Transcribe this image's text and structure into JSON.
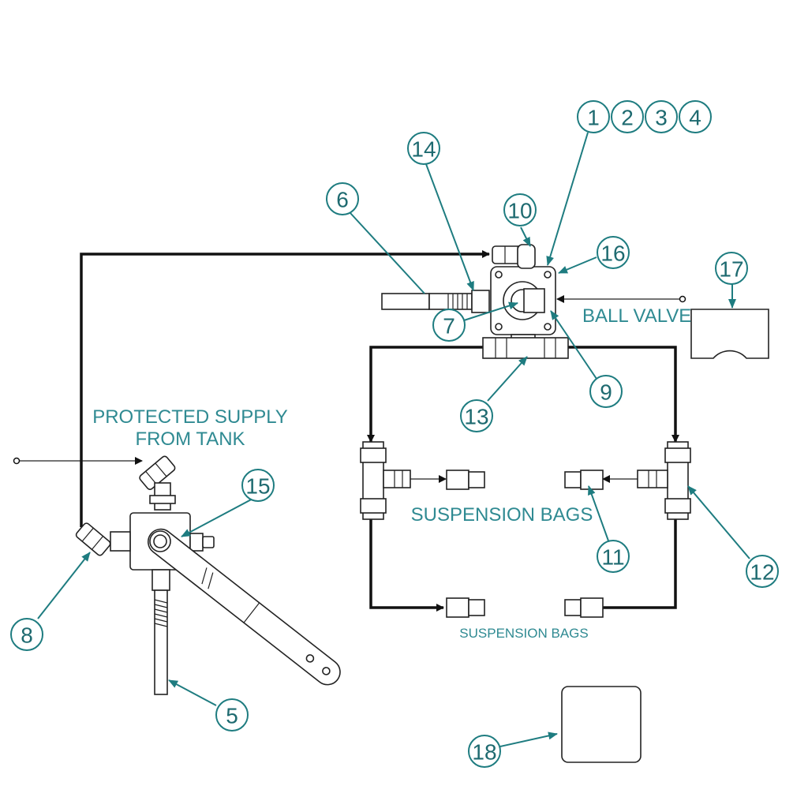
{
  "notes": {
    "protected_supply_line1": "PROTECTED SUPPLY",
    "protected_supply_line2": "FROM TANK",
    "ball_valve": "BALL VALVE",
    "suspension_bags_upper": "SUSPENSION BAGS",
    "suspension_bags_lower": "SUSPENSION BAGS"
  },
  "balloons": {
    "b1": "1",
    "b2": "2",
    "b3": "3",
    "b4": "4",
    "b5": "5",
    "b6": "6",
    "b7": "7",
    "b8": "8",
    "b9": "9",
    "b10": "10",
    "b11": "11",
    "b12": "12",
    "b13": "13",
    "b14": "14",
    "b15": "15",
    "b16": "16",
    "b17": "17",
    "b18": "18"
  },
  "colors": {
    "callout": "#1e7c80",
    "pipe": "#111111",
    "text": "#2f8a92"
  }
}
